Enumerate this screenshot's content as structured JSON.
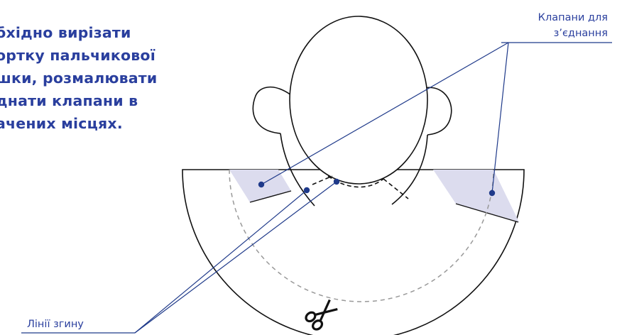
{
  "instructions": {
    "lines": [
      "бхідно вирізати",
      "ортку пальчикової",
      "шки, розмалювати",
      "днати клапани в",
      "ачених місцях."
    ]
  },
  "labels": {
    "tabs_line1": "Клапани для",
    "tabs_line2": "з’єднання",
    "fold_lines": "Лінії згину"
  },
  "colors": {
    "text": "#2a3f9e",
    "leader": "#1f3a8a",
    "outline": "#111111",
    "tab_fill": "#dcdcee",
    "dashed_inner": "#999999"
  },
  "icons": {
    "scissors": "scissors-icon"
  }
}
